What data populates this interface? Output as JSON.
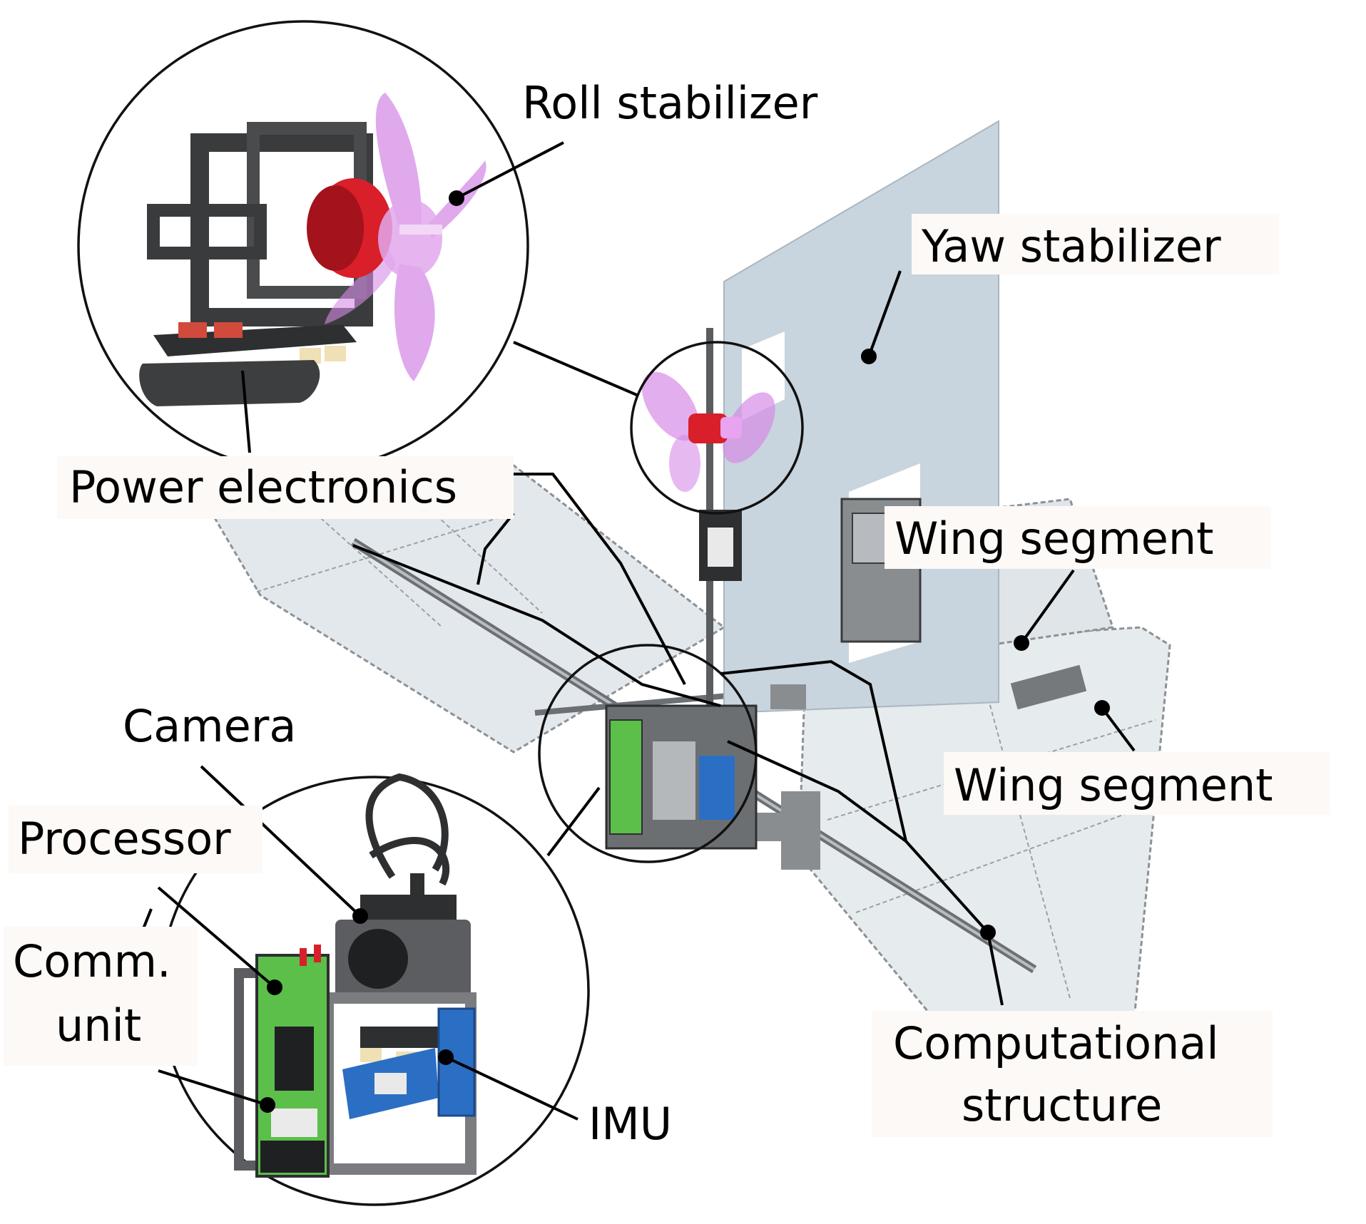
{
  "labels": {
    "roll_stabilizer": "Roll stabilizer",
    "yaw_stabilizer": "Yaw stabilizer",
    "power_electronics": "Power electronics",
    "wing_segment_upper": "Wing segment",
    "wing_segment_lower": "Wing segment",
    "camera": "Camera",
    "processor": "Processor",
    "comm_unit_line1": "Comm.",
    "comm_unit_line2": "unit",
    "imu": "IMU",
    "computational_structure_line1": "Computational",
    "computational_structure_line2": "structure"
  },
  "colors": {
    "wing_panel": "#e3e8ec",
    "wing_edge": "#8c9196",
    "yaw_panel": "#c8d4de",
    "frame_dark": "#3a3b3d",
    "frame_gray": "#8a8d90",
    "propeller": "#d68ce6",
    "motor_red": "#d81f2a",
    "pcb_green": "#5bbf4a",
    "pcb_blue": "#2b6fc4",
    "label_background": "#fdf9f6"
  }
}
